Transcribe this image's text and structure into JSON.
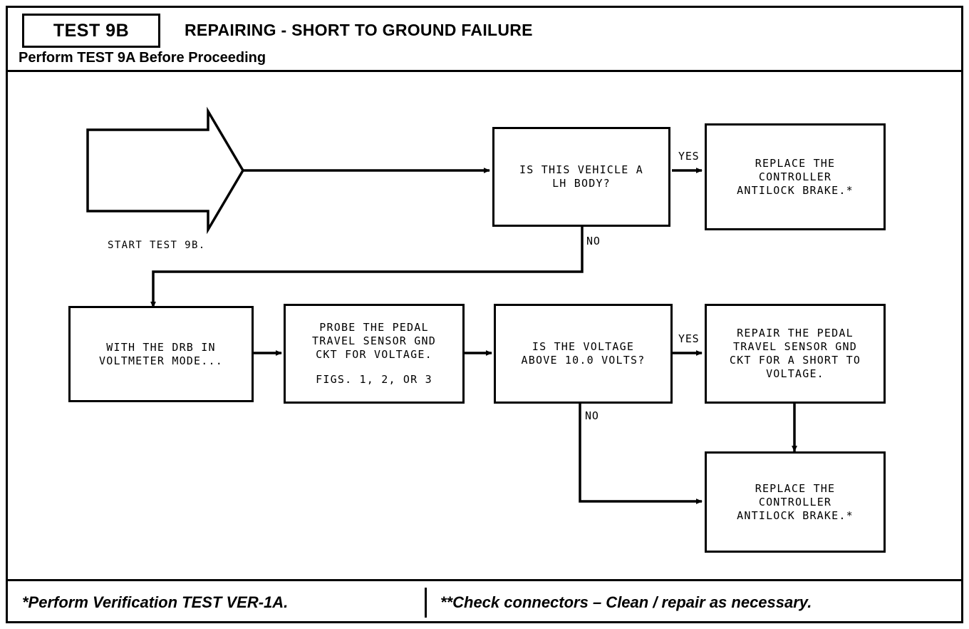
{
  "header": {
    "test_id": "TEST 9B",
    "title": "REPAIRING - SHORT TO GROUND FAILURE",
    "subtitle": "Perform TEST 9A Before Proceeding"
  },
  "flow": {
    "start": {
      "label": "START TEST 9B."
    },
    "nodes": [
      {
        "id": "is-lh-body",
        "type": "decision",
        "lines": [
          "IS THIS VEHICLE A",
          "LH BODY?"
        ]
      },
      {
        "id": "replace-controller-top",
        "type": "action",
        "lines": [
          "REPLACE THE",
          "CONTROLLER",
          "ANTILOCK BRAKE.*"
        ]
      },
      {
        "id": "drb-voltmeter",
        "type": "action",
        "lines": [
          "WITH THE DRB IN",
          "VOLTMETER MODE..."
        ]
      },
      {
        "id": "probe-pedal",
        "type": "action",
        "lines": [
          "PROBE THE PEDAL",
          "TRAVEL SENSOR GND",
          "CKT FOR VOLTAGE."
        ],
        "lines2": [
          "FIGS. 1, 2, OR 3"
        ]
      },
      {
        "id": "voltage-above",
        "type": "decision",
        "lines": [
          "IS THE VOLTAGE",
          "ABOVE 10.0 VOLTS?"
        ]
      },
      {
        "id": "repair-pedal",
        "type": "action",
        "lines": [
          "REPAIR THE PEDAL",
          "TRAVEL SENSOR GND",
          "CKT FOR A SHORT TO",
          "VOLTAGE."
        ]
      },
      {
        "id": "replace-controller-bottom",
        "type": "action",
        "lines": [
          "REPLACE THE",
          "CONTROLLER",
          "ANTILOCK BRAKE.*"
        ]
      }
    ],
    "branches": {
      "yes_top": "YES",
      "no_top": "NO",
      "yes_bottom": "YES",
      "no_bottom": "NO"
    }
  },
  "footer": {
    "left_note": "*Perform Verification TEST VER-1A.",
    "right_note": "**Check connectors – Clean / repair as necessary."
  },
  "colors": {
    "ink": "#000000",
    "paper": "#ffffff"
  }
}
